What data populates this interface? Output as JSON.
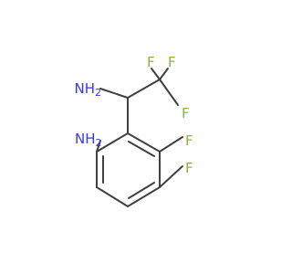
{
  "structure": {
    "atoms": [
      {
        "id": "n_amine_ring",
        "text": "NH",
        "sub": "2",
        "color": "#3838f0"
      },
      {
        "id": "n_amine_side",
        "text": "NH",
        "sub": "2",
        "color": "#3838f0"
      },
      {
        "id": "f_cf3_top_left",
        "text": "F",
        "color": "#85b83d"
      },
      {
        "id": "f_cf3_top_right",
        "text": "F",
        "color": "#85b83d"
      },
      {
        "id": "f_cf3_right",
        "text": "F",
        "color": "#85b83d"
      },
      {
        "id": "f_ring_upper",
        "text": "F",
        "color": "#85b83d"
      },
      {
        "id": "f_ring_lower",
        "text": "F",
        "color": "#85b83d"
      }
    ],
    "bond_color": "#404040"
  }
}
